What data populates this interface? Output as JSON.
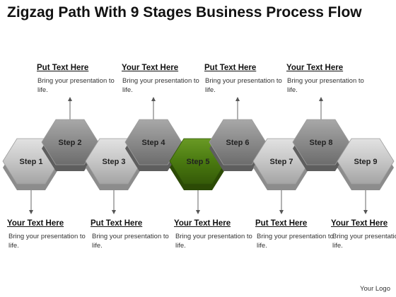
{
  "title": "Zigzag Path With 9 Stages Business Process Flow",
  "steps": [
    {
      "label": "Step 1",
      "heading": "Your Text Here",
      "body": "Bring your presentation to life.",
      "highlight": false
    },
    {
      "label": "Step 2",
      "heading": "Put Text Here",
      "body": "Bring your presentation to life.",
      "highlight": false
    },
    {
      "label": "Step 3",
      "heading": "Put Text Here",
      "body": "Bring your presentation to life.",
      "highlight": false
    },
    {
      "label": "Step 4",
      "heading": "Your Text Here",
      "body": "Bring your presentation to life.",
      "highlight": false
    },
    {
      "label": "Step 5",
      "heading": "Your Text Here",
      "body": "Bring your presentation to life.",
      "highlight": true
    },
    {
      "label": "Step 6",
      "heading": "Put Text Here",
      "body": "Bring your presentation to life.",
      "highlight": false
    },
    {
      "label": "Step 7",
      "heading": "Put Text Here",
      "body": "Bring your presentation to life.",
      "highlight": false
    },
    {
      "label": "Step 8",
      "heading": "Your Text Here",
      "body": "Bring your presentation to life.",
      "highlight": false
    },
    {
      "label": "Step 9",
      "heading": "Your Text Here",
      "body": "Bring your presentation to life.",
      "highlight": false
    }
  ],
  "colors": {
    "hex_light": "#c4c4c4",
    "hex_dark": "#8a8a8a",
    "highlight": "#4a7a10",
    "connector": "#7a7a7a"
  },
  "footer": "Your Logo"
}
